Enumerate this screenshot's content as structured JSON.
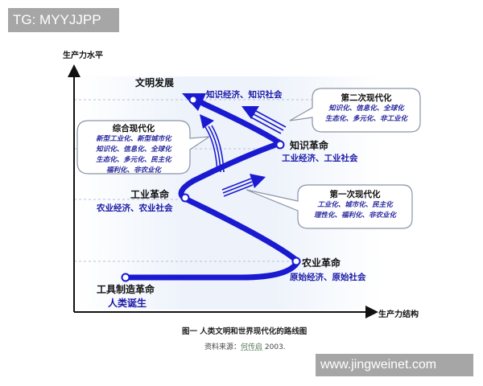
{
  "watermarks": {
    "top_left": "TG: MYYJJPP",
    "bottom_right": "www.jingweinet.com"
  },
  "axes": {
    "y_label": "生产力水平",
    "x_label": "生产力结构"
  },
  "nodes": [
    {
      "id": "civilization",
      "title": "文明发展",
      "subtitle": "知识经济、知识社会"
    },
    {
      "id": "knowledge",
      "title": "知识革命",
      "subtitle": "工业经济、工业社会"
    },
    {
      "id": "industrial",
      "title": "工业革命",
      "subtitle": "农业经济、农业社会"
    },
    {
      "id": "agricultural",
      "title": "农业革命",
      "subtitle": "原始经济、原始社会"
    },
    {
      "id": "tool",
      "title": "工具制造革命",
      "subtitle": "人类诞生"
    }
  ],
  "bubbles": {
    "integrated": {
      "title": "综合现代化",
      "lines": [
        "新型工业化、新型城市化",
        "知识化、信息化、全球化",
        "生态化、多元化、民主化",
        "福利化、非农业化"
      ]
    },
    "second": {
      "title": "第二次现代化",
      "lines": [
        "知识化、信息化、全球化",
        "生态化、多元化、非工业化"
      ]
    },
    "first": {
      "title": "第一次现代化",
      "lines": [
        "工业化、城市化、民主化",
        "理性化、福利化、非农业化"
      ]
    }
  },
  "caption": {
    "title": "图一  人类文明和世界现代化的路线图",
    "source_prefix": "资料来源：",
    "source_author": "何传启",
    "source_year": "2003."
  },
  "colors": {
    "path": "#1a1ad0",
    "subtitle_text": "#1a1aa8",
    "watermark_bg": "#a6a6a6"
  }
}
